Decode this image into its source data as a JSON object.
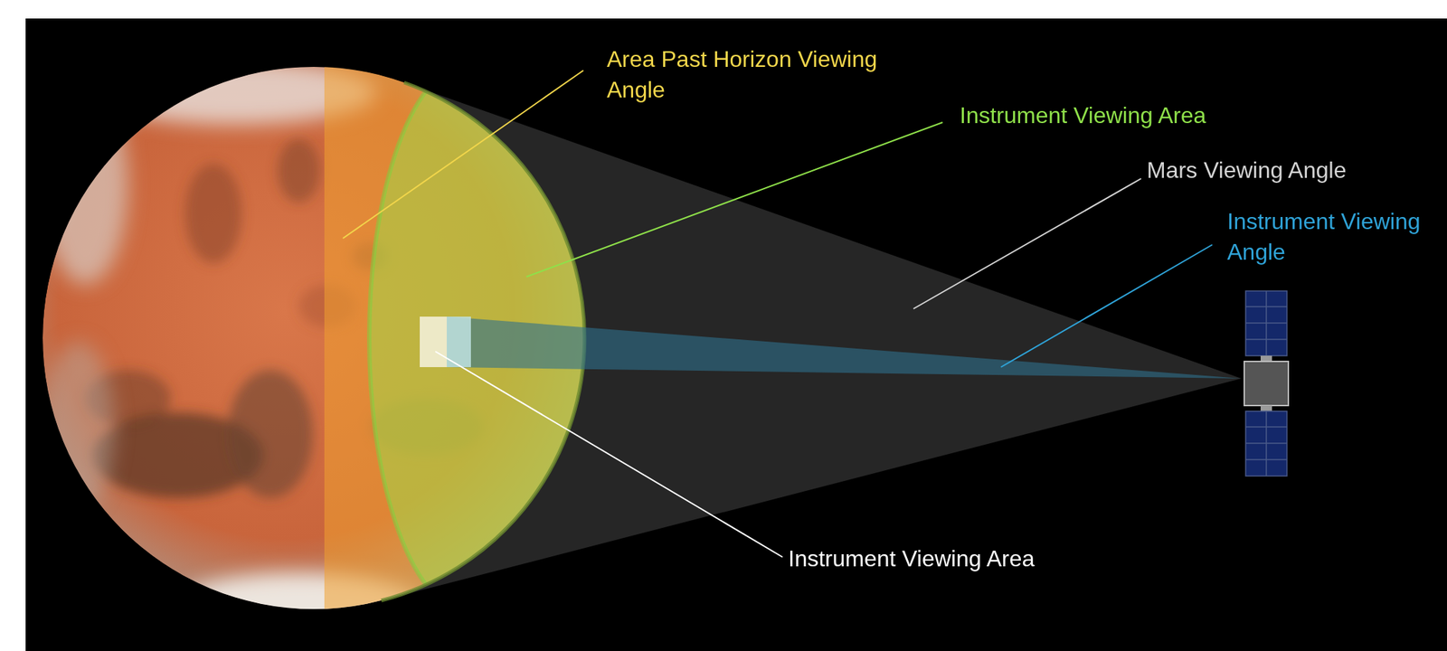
{
  "diagram": {
    "labels": [
      "Area Past Horizon Viewing Angle",
      "Instrument Viewing Area",
      "Mars Viewing Angle",
      "Instrument Viewing Angle",
      "Instrument Viewing Area"
    ]
  }
}
